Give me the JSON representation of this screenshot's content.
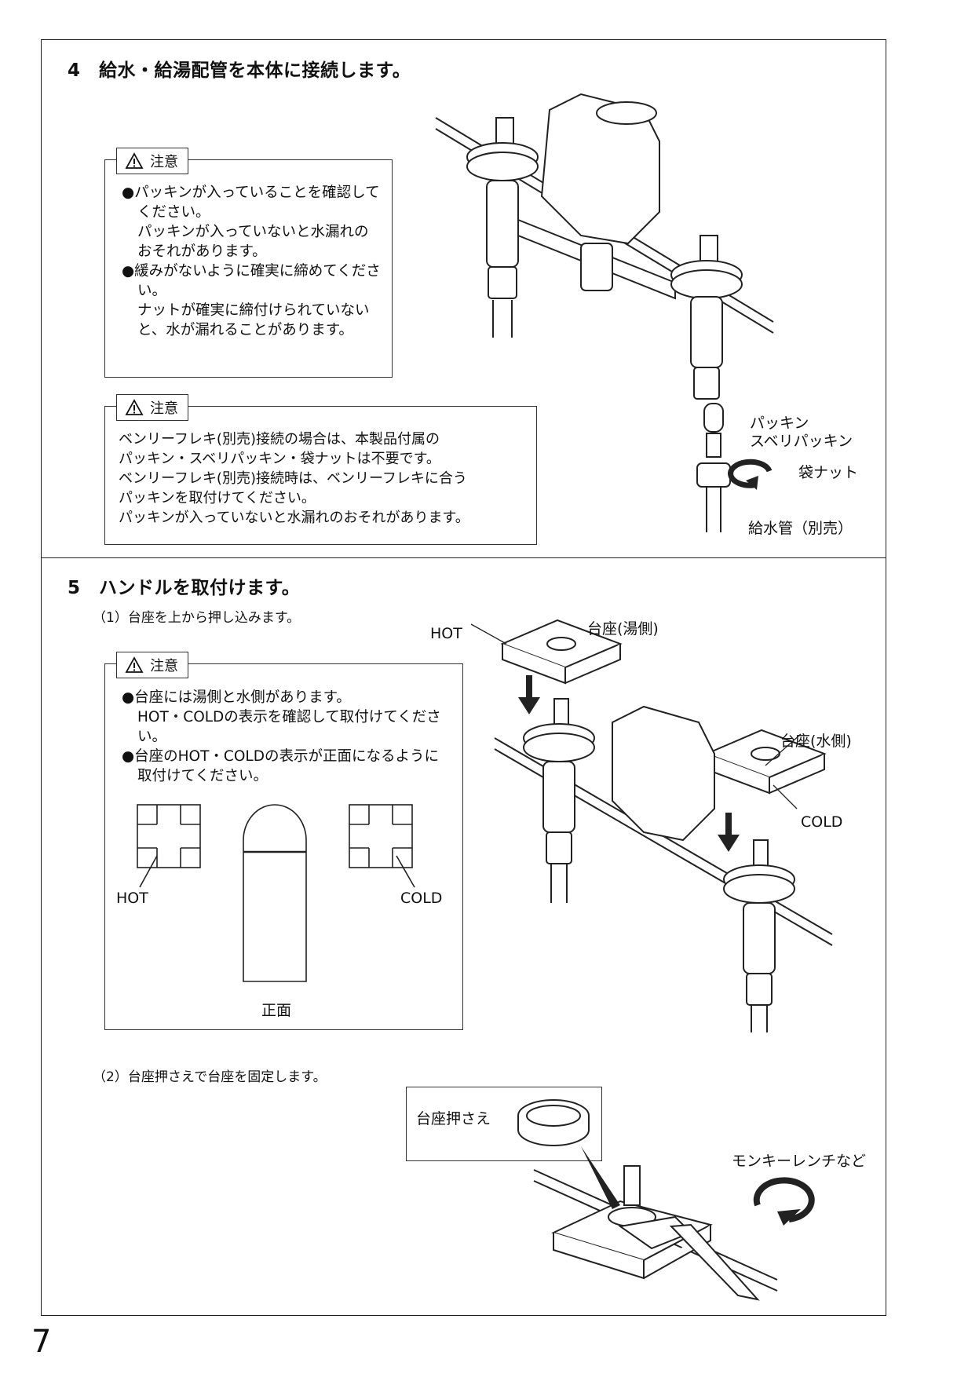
{
  "step4": {
    "title": "4　給水・給湯配管を本体に接続します。",
    "caution1": {
      "tag": "注意",
      "lines": [
        {
          "type": "bullet",
          "text": "●パッキンが入っていることを確認してください。"
        },
        {
          "type": "indent",
          "text": "パッキンが入っていないと水漏れのおそれがあります。"
        },
        {
          "type": "bullet",
          "text": "●緩みがないように確実に締めてください。"
        },
        {
          "type": "indent",
          "text": "ナットが確実に締付けられていないと、水が漏れることがあります。"
        }
      ]
    },
    "caution2": {
      "tag": "注意",
      "lines": [
        "ベンリーフレキ(別売)接続の場合は、本製品付属の",
        "パッキン・スベリパッキン・袋ナットは不要です。",
        "ベンリーフレキ(別売)接続時は、ベンリーフレキに合う",
        "パッキンを取付けてください。",
        "パッキンが入っていないと水漏れのおそれがあります。"
      ]
    },
    "labels": {
      "packing": "パッキン",
      "slip_packing": "スベリパッキン",
      "bag_nut": "袋ナット",
      "supply_pipe": "給水管（別売）"
    }
  },
  "step5": {
    "title": "5　ハンドルを取付けます。",
    "sub1": "（1）台座を上から押し込みます。",
    "sub2": "（2）台座押さえで台座を固定します。",
    "caution": {
      "tag": "注意",
      "lines": [
        {
          "type": "bullet",
          "text": "●台座には湯側と水側があります。"
        },
        {
          "type": "indent",
          "text": "HOT・COLDの表示を確認して取付けてください。"
        },
        {
          "type": "bullet",
          "text": "●台座のHOT・COLDの表示が正面になるように取付けてください。"
        }
      ],
      "hot": "HOT",
      "cold": "COLD",
      "front": "正面"
    },
    "labels": {
      "hot": "HOT",
      "base_hot": "台座(湯側)",
      "base_cold": "台座(水側)",
      "cold": "COLD",
      "base_holder": "台座押さえ",
      "wrench": "モンキーレンチなど"
    }
  },
  "page_number": "7"
}
